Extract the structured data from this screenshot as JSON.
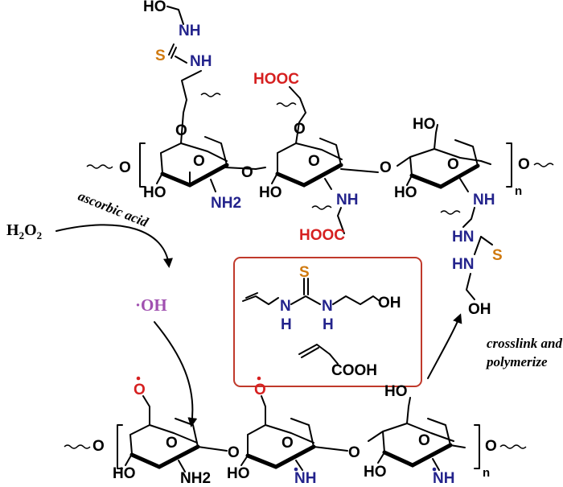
{
  "reagents": {
    "h2o2": "H2O2",
    "ascorbic_acid": "ascorbic acid",
    "hydroxyl_radical": "·OH",
    "process_line1": "crosslink and",
    "process_line2": "polymerize"
  },
  "labels": {
    "HO": "HO",
    "OH": "OH",
    "NH": "NH",
    "HN": "HN",
    "H": "H",
    "N": "N",
    "S": "S",
    "O": "O",
    "NH2": "NH2",
    "HOOC": "HOOC",
    "COOH": "COOH",
    "repeat_n": "n"
  },
  "colors": {
    "nitrogen": "#23238c",
    "carboxyl": "#d62020",
    "sulfur": "#d07a10",
    "radical": "#a050b0",
    "box_border": "#c0392b"
  }
}
